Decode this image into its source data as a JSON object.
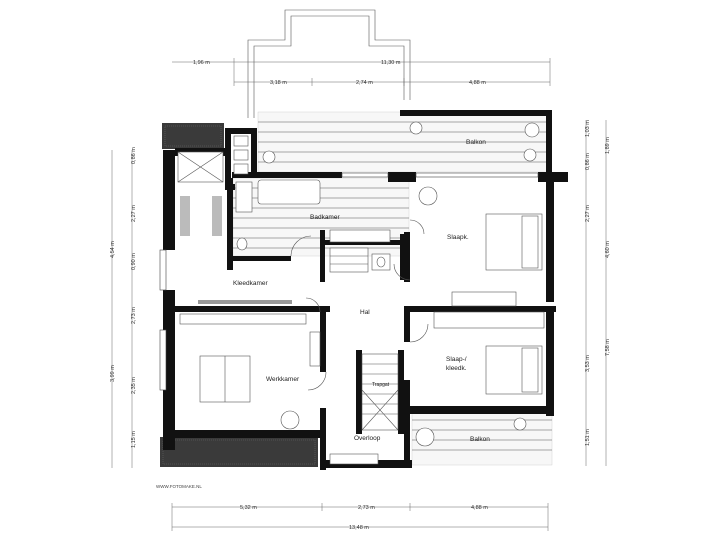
{
  "rooms": {
    "badkamer": "Badkamer",
    "slaapk": "Slaapk.",
    "kleedkamer": "Kleedkamer",
    "hal": "Hal",
    "slaap_kleedk_1": "Slaap-/",
    "slaap_kleedk_2": "kleedk.",
    "werkkamer": "Werkkamer",
    "trapgat": "Trapgat",
    "overloop": "Overloop",
    "balkon_top": "Balkon",
    "balkon_bottom": "Balkon"
  },
  "dimensions": {
    "top_row1_left": "1,96 m",
    "top_row1_right": "11,30 m",
    "top_row2_a": "3,18 m",
    "top_row2_b": "2,74 m",
    "top_row2_c": "4,88 m",
    "bottom_a": "5,32 m",
    "bottom_b": "2,73 m",
    "bottom_c": "4,88 m",
    "bottom_total": "13,48 m",
    "left_outer_a": "0,86 m",
    "left_outer_b": "4,54 m",
    "left_outer_c": "3,99 m",
    "left_inner_a": "2,27 m",
    "left_inner_b": "0,90 m",
    "left_inner_c": "2,73 m",
    "left_inner_d": "2,35 m",
    "left_inner_e": "1,15 m",
    "right_inner_a": "1,03 m",
    "right_inner_b": "0,86 m",
    "right_inner_c": "2,27 m",
    "right_inner_d": "3,53 m",
    "right_inner_e": "1,51 m",
    "right_outer_a": "1,89 m",
    "right_outer_b": "4,60 m",
    "right_outer_c": "7,58 m"
  },
  "credit": "WWW.FOTOMAKE.NL"
}
